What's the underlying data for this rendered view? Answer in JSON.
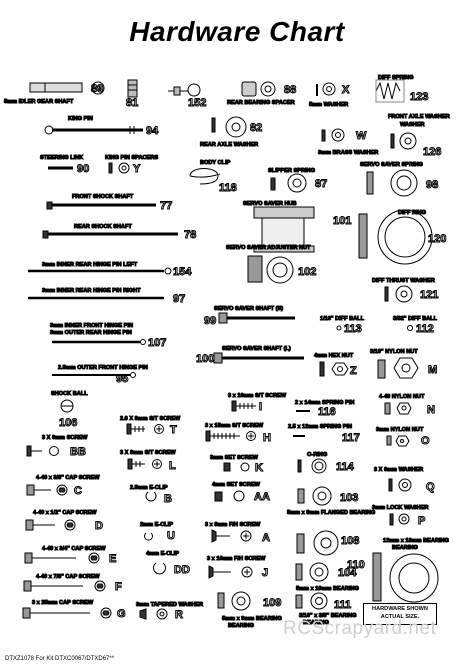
{
  "title": "Hardware Chart",
  "footer": "DTXZ1078 For Kit DTXC0067/DTXD67**",
  "watermark": "RCScrapyard.net",
  "note": {
    "line1": "HARDWARE SHOWN",
    "line2": "ACTUAL SIZE."
  },
  "parts": [
    {
      "key": "idler",
      "num": "89",
      "label": "5mm IDLER GEAR SHAFT"
    },
    {
      "key": "p81",
      "num": "81",
      "label": ""
    },
    {
      "key": "p152",
      "num": "152",
      "label": ""
    },
    {
      "key": "p88",
      "num": "88",
      "label": "REAR BEARING SPACER"
    },
    {
      "key": "px",
      "num": "X",
      "label": "5mm WASHER"
    },
    {
      "key": "p123",
      "num": "123",
      "label": "DIFF SPRING"
    },
    {
      "key": "p94",
      "num": "94",
      "label": "KING PIN"
    },
    {
      "key": "p82",
      "num": "82",
      "label": "REAR AXLE WASHER"
    },
    {
      "key": "pw",
      "num": "W",
      "label": "3mm BRASS WASHER"
    },
    {
      "key": "p126",
      "num": "126",
      "label": "FRONT AXLE WASHER"
    },
    {
      "key": "p90",
      "num": "90",
      "label": "STEERING LINK"
    },
    {
      "key": "py",
      "num": "Y",
      "label": "KING PIN SPACERS"
    },
    {
      "key": "p118",
      "num": "118",
      "label": "BODY CLIP"
    },
    {
      "key": "p87",
      "num": "87",
      "label": "SLIPPER SPRING"
    },
    {
      "key": "p98",
      "num": "98",
      "label": "SERVO SAVER SPRING"
    },
    {
      "key": "p77",
      "num": "77",
      "label": "FRONT SHOCK SHAFT"
    },
    {
      "key": "p101",
      "num": "101",
      "label": "SERVO SAVER HUB"
    },
    {
      "key": "p78",
      "num": "78",
      "label": "REAR SHOCK SHAFT"
    },
    {
      "key": "p120",
      "num": "120",
      "label": "DIFF RING"
    },
    {
      "key": "p102",
      "num": "102",
      "label": "SERVO SAVER ADJUSTER NUT"
    },
    {
      "key": "p154",
      "num": "154",
      "label": "3mm INNER REAR HINGE PIN LEFT"
    },
    {
      "key": "p97",
      "num": "97",
      "label": "3mm INNER REAR HINGE PIN RIGHT"
    },
    {
      "key": "p121",
      "num": "121",
      "label": "DIFF THRUST WASHER"
    },
    {
      "key": "p99",
      "num": "99",
      "label": "SERVO SAVER SHAFT (S)"
    },
    {
      "key": "p113",
      "num": "113",
      "label": "1/16\" DIFF BALL"
    },
    {
      "key": "p112",
      "num": "112",
      "label": "3/32\" DIFF BALL"
    },
    {
      "key": "p107",
      "num": "107",
      "label": "3mm INNER FRONT HINGE PIN"
    },
    {
      "key": "p107b",
      "num": "",
      "label": "3mm OUTER REAR HINGE PIN"
    },
    {
      "key": "p100",
      "num": "100",
      "label": "SERVO SAVER SHAFT (L)"
    },
    {
      "key": "pz",
      "num": "Z",
      "label": "4mm HEX NUT"
    },
    {
      "key": "pm",
      "num": "M",
      "label": "3/16\" NYLON NUT"
    },
    {
      "key": "p95",
      "num": "95",
      "label": "2.5mm OUTER FRONT HINGE PIN"
    },
    {
      "key": "p106",
      "num": "106",
      "label": "SHOCK BALL"
    },
    {
      "key": "pi",
      "num": "I",
      "label": "3 x 10mm S/T SCREW"
    },
    {
      "key": "p116",
      "num": "116",
      "label": "2 x 14mm SPRING PIN"
    },
    {
      "key": "pn",
      "num": "N",
      "label": "4-40 NYLON NUT"
    },
    {
      "key": "pt",
      "num": "T",
      "label": "2.6 X 8mm S/T SCREW"
    },
    {
      "key": "ph",
      "num": "H",
      "label": "3 x 15mm S/T SCREW"
    },
    {
      "key": "p117",
      "num": "117",
      "label": "2.5 x 12mm SPRING PIN"
    },
    {
      "key": "po",
      "num": "O",
      "label": "3mm NYLON NUT"
    },
    {
      "key": "pbb",
      "num": "BB",
      "label": "3 X 6mm SCREW"
    },
    {
      "key": "pl",
      "num": "L",
      "label": "3 X 8mm S/T SCREW"
    },
    {
      "key": "pk",
      "num": "K",
      "label": "3mm SET SCREW"
    },
    {
      "key": "p114",
      "num": "114",
      "label": "O-RING"
    },
    {
      "key": "pq",
      "num": "Q",
      "label": "3 X 6mm WASHER"
    },
    {
      "key": "pc",
      "num": "C",
      "label": "4-40 x 3/8\" CAP SCREW"
    },
    {
      "key": "pb",
      "num": "B",
      "label": "2.5mm E-CLIP"
    },
    {
      "key": "paa",
      "num": "AA",
      "label": "4mm SET SCREW"
    },
    {
      "key": "p103",
      "num": "103",
      "label": "5mm x 8mm FLANGED BEARING"
    },
    {
      "key": "pp",
      "num": "P",
      "label": "3mm LOCK WASHER"
    },
    {
      "key": "pd",
      "num": "D",
      "label": "4-40 x 1/2\" CAP SCREW"
    },
    {
      "key": "pu",
      "num": "U",
      "label": "2mm E-CLIP"
    },
    {
      "key": "pa",
      "num": "A",
      "label": "3 x 8mm F/H SCREW"
    },
    {
      "key": "p108",
      "num": "108",
      "label": ""
    },
    {
      "key": "p110",
      "num": "110",
      "label": "12mm x 18mm BEARING"
    },
    {
      "key": "pe",
      "num": "E",
      "label": "4-40 x 3/4\" CAP SCREW"
    },
    {
      "key": "pdd",
      "num": "DD",
      "label": "4mm E-CLIP"
    },
    {
      "key": "pj",
      "num": "J",
      "label": "3 x 10mm F/H SCREW"
    },
    {
      "key": "p104",
      "num": "104",
      "label": "5mm x 10mm BEARING"
    },
    {
      "key": "pf",
      "num": "F",
      "label": "4-40 x 7/8\" CAP SCREW"
    },
    {
      "key": "pg",
      "num": "G",
      "label": "3 x 25mm CAP SCREW"
    },
    {
      "key": "pr",
      "num": "R",
      "label": "3mm TAPERED WASHER"
    },
    {
      "key": "p109",
      "num": "109",
      "label": "5mm x 9mm BEARING"
    },
    {
      "key": "p111",
      "num": "111",
      "label": "3/16\" x 3/8\" BEARING"
    }
  ]
}
